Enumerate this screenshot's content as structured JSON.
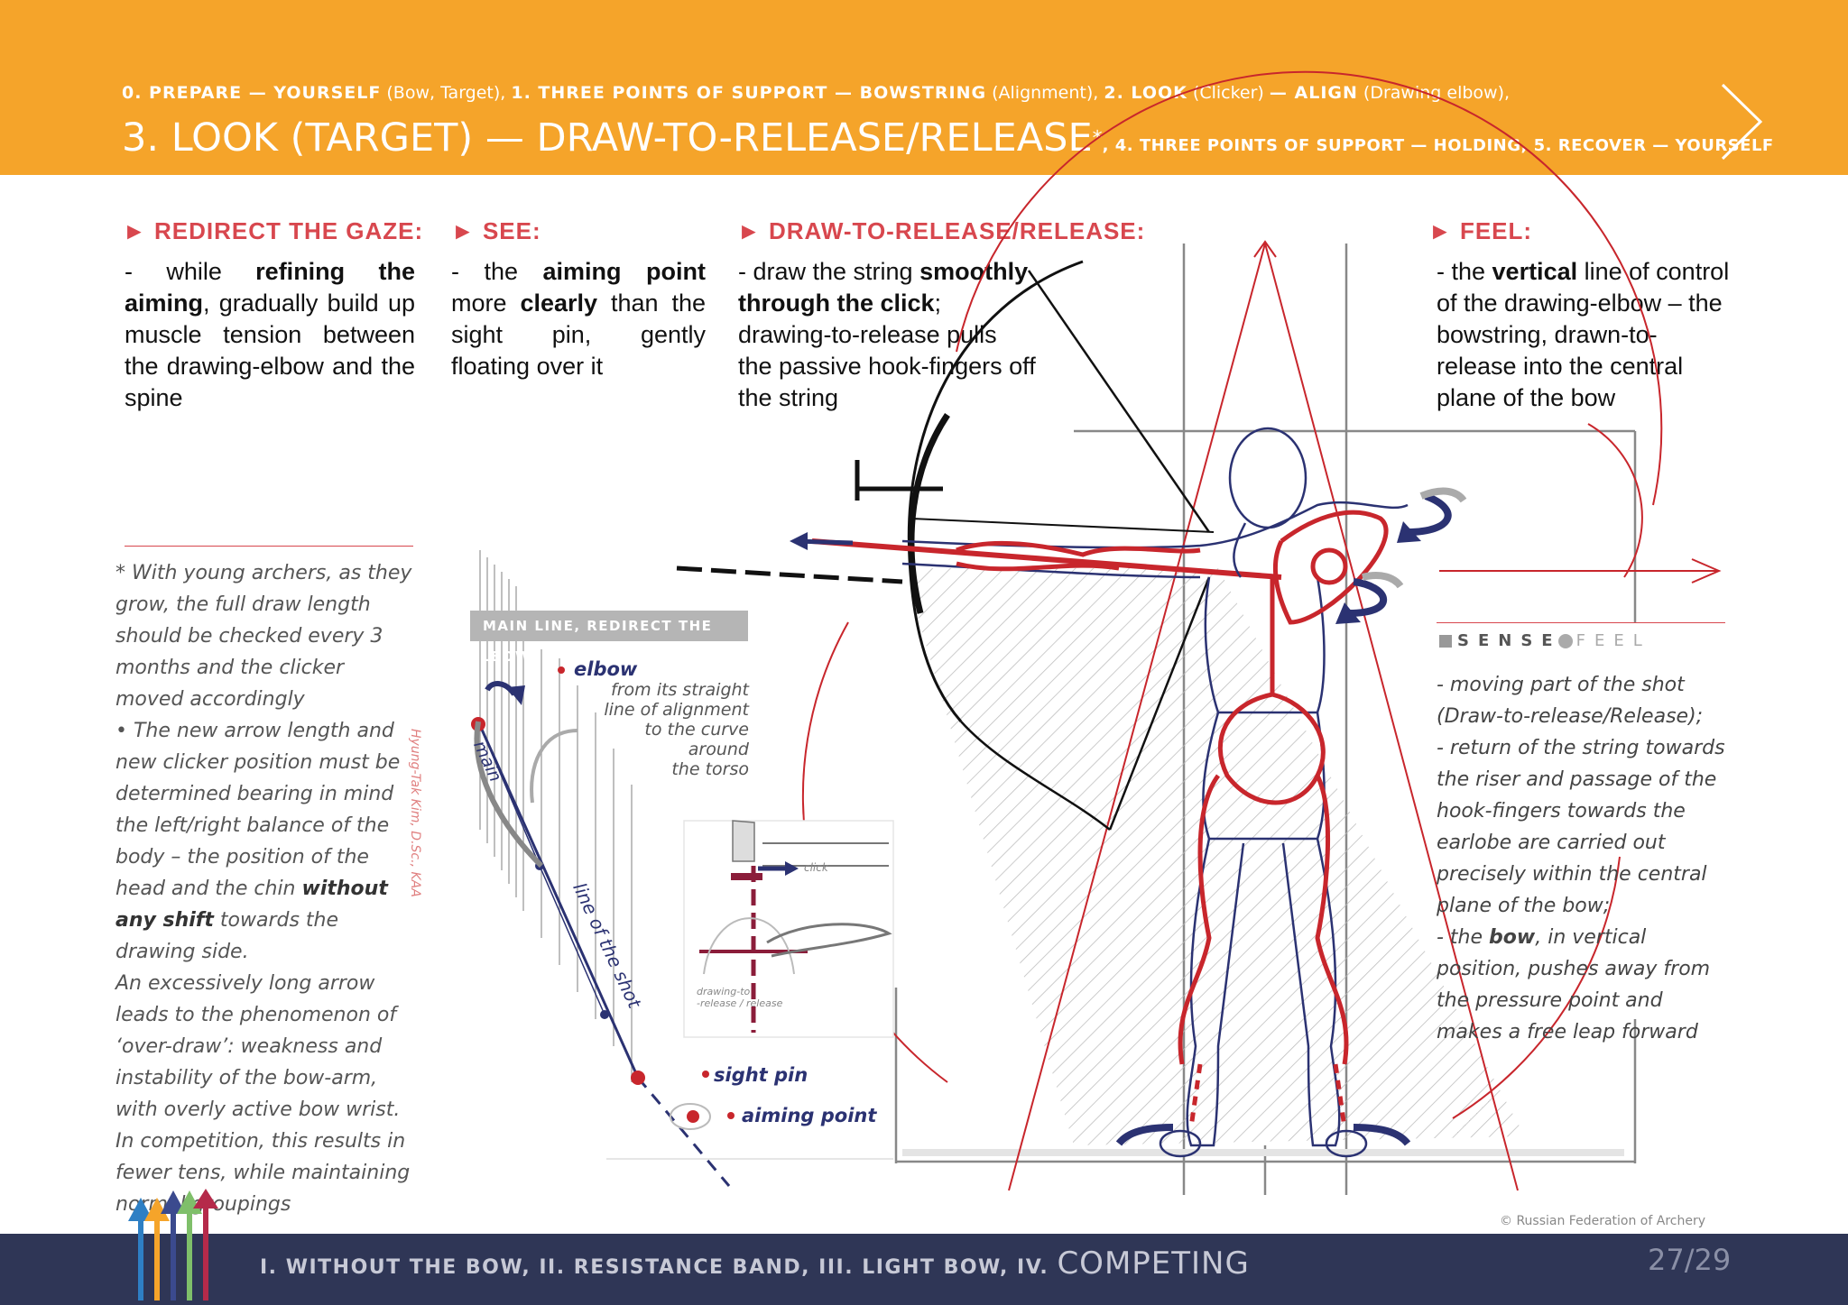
{
  "header": {
    "line1": [
      {
        "b": "0. PREPARE — YOURSELF",
        "n": " (Bow, Target), "
      },
      {
        "b": "1. THREE POINTS OF SUPPORT — BOWSTRING",
        "n": " (Alignment), "
      },
      {
        "b": "2. LOOK",
        "n": " (Clicker) "
      },
      {
        "b": "— ALIGN",
        "n": " (Drawing elbow),"
      }
    ],
    "line2_big": "3. LOOK (TARGET) — DRAW-TO-RELEASE/RELEASE",
    "line2_sup": "*",
    "line2_small": ", 4. THREE POINTS OF SUPPORT — HOLDING, 5. RECOVER — YOURSELF"
  },
  "sections": {
    "gaze": {
      "title": "► REDIRECT THE GAZE:"
    },
    "see": {
      "title": "► SEE:"
    },
    "draw": {
      "title": "► DRAW-TO-RELEASE/RELEASE:"
    },
    "feel": {
      "title": "► FEEL:"
    }
  },
  "texts": {
    "gaze": [
      "- while ",
      "refining the aiming",
      ", gradually build up muscle tension between the drawing-elbow and the spine"
    ],
    "see": [
      "- the ",
      "aiming point",
      " more ",
      "clearly",
      " than the sight pin, gently floating over it"
    ],
    "draw": [
      "- draw the string ",
      "smoothly through the click",
      "; drawing-to-release pulls the passive hook-fingers off the string"
    ],
    "feel": [
      "- the ",
      "vertical",
      " line of control of the drawing-elbow – the bowstring, drawn-to-release into the central plane of the bow"
    ]
  },
  "note": {
    "p1": "* With young archers, as they grow, the full draw length should be checked every 3 months and the clicker moved accordingly",
    "p2a": "• The new arrow length and new clicker position must be determined bearing in mind the left/right balance of the body – the position of the head and the chin ",
    "p2b": "without any shift",
    "p2c": " towards the drawing side.",
    "p3": "An excessively long arrow leads to the phenomenon of ‘over-draw’: weakness and instability of the bow-arm, with overly active bow wrist. In competition, this results in fewer tens, while maintaining normal groupings",
    "credit": "Hyung-Tak Kim, D.Sc., KAA"
  },
  "diagram": {
    "panel_tag": "MAIN LINE, REDIRECT THE ELBOW",
    "elbow_label": "elbow",
    "elbow_desc": [
      "from its straight",
      "line of alignment",
      "to the curve",
      "around",
      "the torso"
    ],
    "main_label": "main",
    "line_of_shot_label": "line of the shot",
    "sight_pin_label": "sight pin",
    "aiming_point_label": "aiming point",
    "click_label": "click",
    "release_label": [
      "drawing-to",
      "-release / release"
    ]
  },
  "feel_panel": {
    "sense": "SENSE",
    "feel": "FEEL",
    "text": "- moving part of the shot (Draw-to-release/Release);\n- return of the string towards the riser and passage of the hook-fingers towards the earlobe are carried out precisely within the central plane of the bow;\n- the bow, in vertical position, pushes away from the pressure point and makes a free leap forward",
    "bow_word": "bow"
  },
  "copyright": "© Russian Federation of Archery",
  "footer": {
    "small": "I. WITHOUT THE BOW, II. RESISTANCE BAND, III. LIGHT BOW, IV. ",
    "big": "COMPETING",
    "page": "27/29"
  },
  "colors": {
    "orange": "#f5a42a",
    "red": "#d8474e",
    "navy": "#2f3656",
    "blue": "#2b3272",
    "figure_red": "#c8262c"
  },
  "icons": [
    "next-arrow-icon",
    "archery-arrows-logo-icon"
  ]
}
